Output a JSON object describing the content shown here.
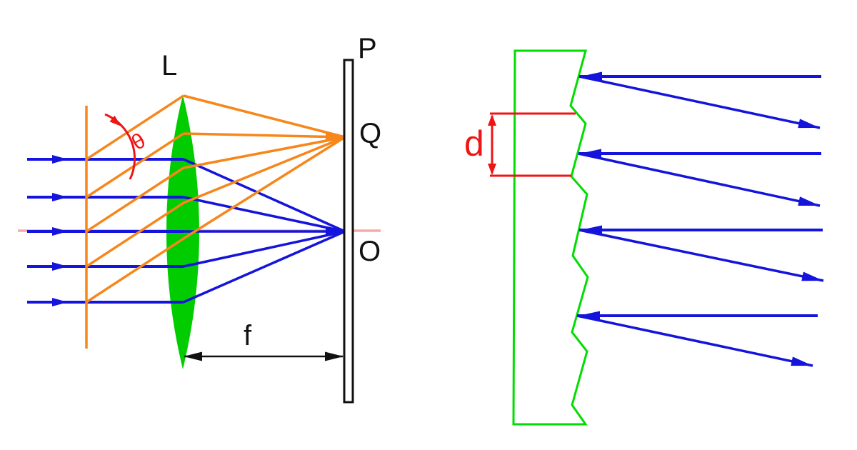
{
  "labels": {
    "lens": "L",
    "screen": "P",
    "diffracted_focus": "Q",
    "central_focus": "O",
    "focal_length": "f",
    "diffraction_angle": "θ",
    "grating_period": "d"
  },
  "colors": {
    "blue": "#1414dc",
    "orange": "#f7861b",
    "green_fill": "#00cc00",
    "green_line": "#00dd00",
    "red": "#ee1515",
    "pink": "#f9a8a8",
    "ink": "#111111",
    "background": "#ffffff"
  }
}
